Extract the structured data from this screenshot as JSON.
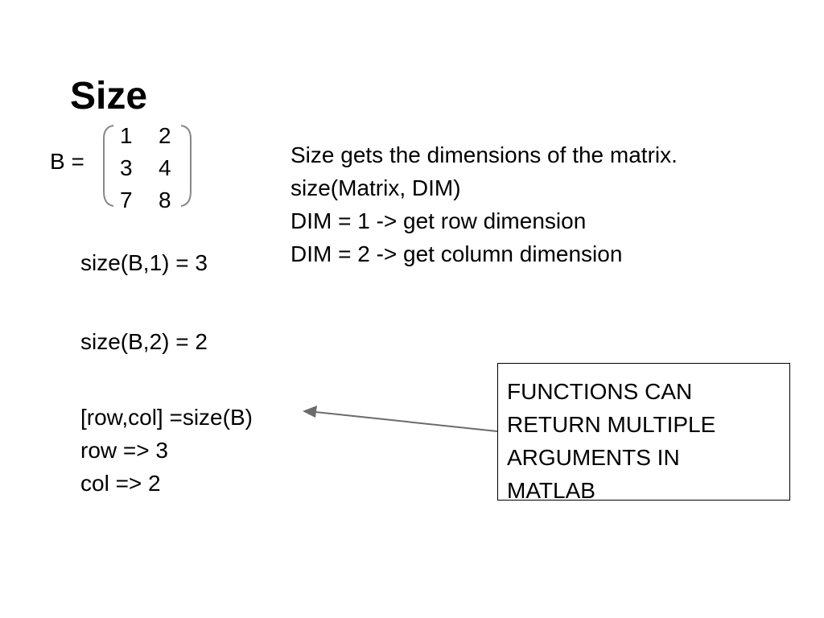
{
  "slide": {
    "title": "Size",
    "matrix": {
      "label": "B =",
      "rows": [
        [
          "1",
          "2"
        ],
        [
          "3",
          "4"
        ],
        [
          "7",
          "8"
        ]
      ]
    },
    "description": [
      "Size gets the dimensions of the matrix.",
      "size(Matrix, DIM)",
      "DIM = 1 -> get row dimension",
      "DIM = 2 -> get column dimension"
    ],
    "example_rows": "size(B,1) = 3",
    "example_cols": "size(B,2) = 2",
    "example_multi": [
      "[row,col] =size(B)",
      "row => 3",
      "col => 2"
    ],
    "callout": [
      "FUNCTIONS CAN",
      "RETURN MULTIPLE",
      "ARGUMENTS IN",
      "MATLAB"
    ]
  },
  "colors": {
    "arrow": "#6b6b6b"
  }
}
